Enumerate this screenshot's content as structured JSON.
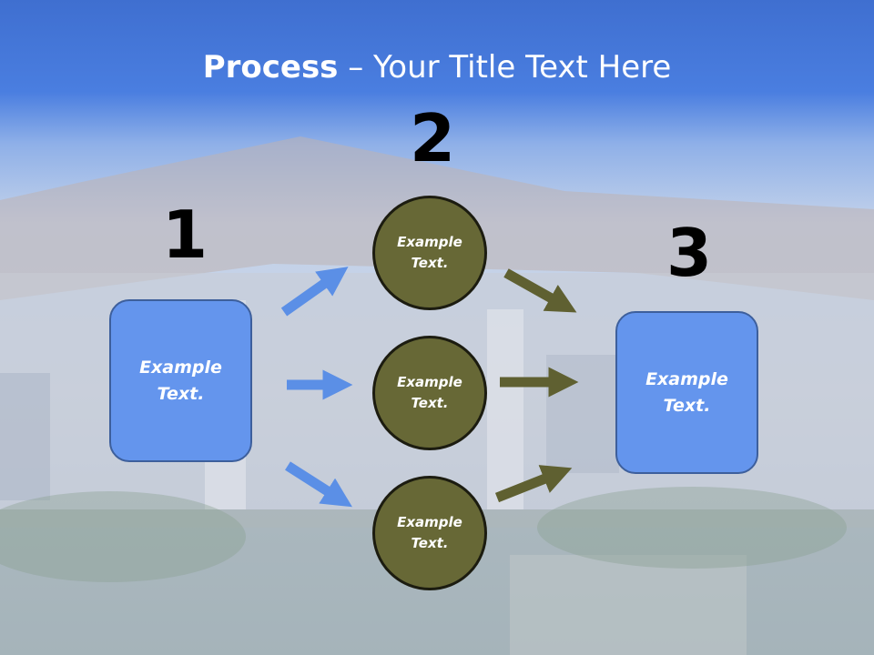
{
  "title": {
    "strong": "Process",
    "rest": " – Your Title Text Here"
  },
  "numbers": {
    "n1": "1",
    "n2": "2",
    "n3": "3"
  },
  "left_box": {
    "line1": "Example",
    "line2": "Text."
  },
  "right_box": {
    "line1": "Example",
    "line2": "Text."
  },
  "circles": [
    {
      "line1": "Example",
      "line2": "Text."
    },
    {
      "line1": "Example",
      "line2": "Text."
    },
    {
      "line1": "Example",
      "line2": "Text."
    }
  ],
  "colors": {
    "box_fill": "#6495ed",
    "circle_fill": "#676836",
    "blue_arrow": "#5b8fe6",
    "olive_arrow": "#5f6031"
  }
}
